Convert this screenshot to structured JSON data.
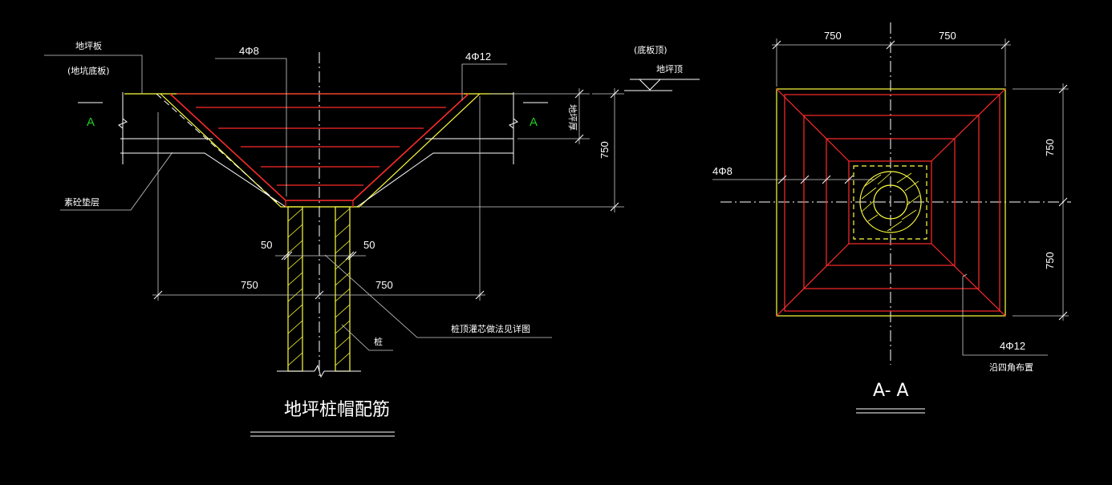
{
  "colors": {
    "background": "#000000",
    "lines": "#ffffff",
    "concrete_outline": "#ffff3c",
    "rebar": "#ff2a2a",
    "section_marker": "#22cc22"
  },
  "section_view": {
    "title": "地坪桩帽配筋",
    "label_floor_slab": "地坪板",
    "label_pit_slab": "(地坑底板)",
    "label_bedding": "素砼垫层",
    "label_slab_thickness": "地坪厚",
    "label_base_top": "(底板顶)",
    "label_floor_top": "地坪顶",
    "label_rebar_top": "4Φ8",
    "label_rebar_side": "4Φ12",
    "label_pile_detail": "桩顶灌芯做法见详图",
    "label_pile": "桩",
    "section_mark_left": "A",
    "section_mark_right": "A",
    "dim_depth": "750",
    "dim_half_left": "750",
    "dim_half_right": "750",
    "dim_offset_left": "50",
    "dim_offset_right": "50"
  },
  "plan_view": {
    "title": "A- A",
    "dim_top_left": "750",
    "dim_top_right": "750",
    "dim_right_top": "750",
    "dim_right_bottom": "750",
    "label_rebar_inner": "4Φ8",
    "label_rebar_outer": "4Φ12",
    "label_corner_note": "沿四角布置"
  }
}
